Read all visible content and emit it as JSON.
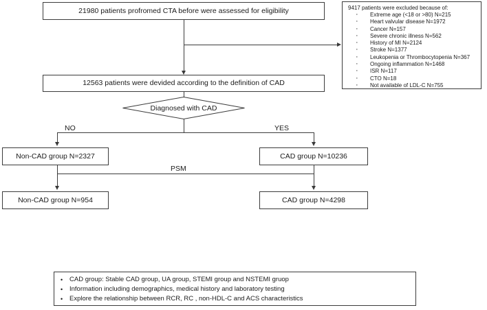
{
  "diagram": {
    "type": "patient-selection-flowchart",
    "nodes": {
      "enrollment": "21980 patients profromed CTA before were assessed for eligibility",
      "divided": "12563 patients were devided according to the definition of CAD",
      "decision": "Diagnosed with CAD",
      "non_cad_pre": "Non-CAD group N=2327",
      "cad_pre": "CAD group N=10236",
      "non_cad_post": "Non-CAD group N=954",
      "cad_post": "CAD group N=4298"
    },
    "edge_labels": {
      "no": "NO",
      "yes": "YES",
      "psm": "PSM"
    },
    "exclusion": {
      "title": "9417 patients were excluded because of:",
      "items": [
        "Extreme age  (<18 or >80) N=215",
        "Heart valvular disease N=1972",
        "Cancer N=157",
        "Severe chronic illness N=562",
        "History of MI N=2124",
        "Stroke N=1377",
        "Leukopenia or Thrombocytopenia N=367",
        "Ongoing inflammation N=1468",
        "ISR N=117",
        "CTO N=18",
        "Not available of LDL-C N=755"
      ]
    },
    "summary": {
      "items": [
        "CAD group: Stable CAD group, UA group, STEMI group and NSTEMI gruop",
        "Information including demographics, medical history and laboratory testing",
        "Explore the relationship between RCR, RC , non-HDL-C and ACS characteristics"
      ]
    },
    "colors": {
      "stroke": "#3a3a3a",
      "text": "#1a1a1a",
      "background": "#ffffff"
    }
  }
}
